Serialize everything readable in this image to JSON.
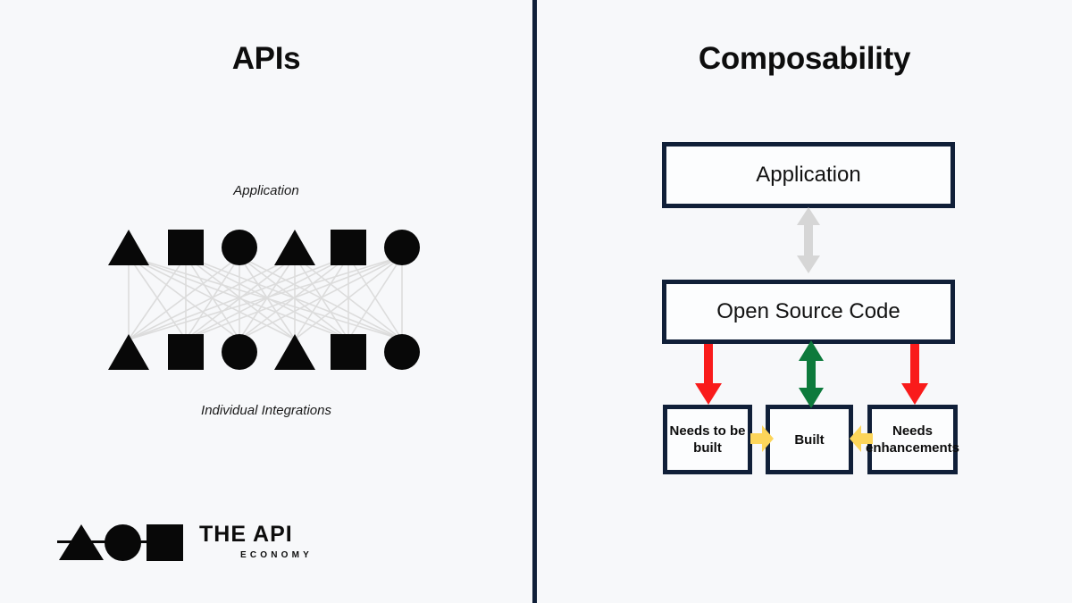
{
  "page": {
    "background_color": "#f7f8fa",
    "divider_color": "#101f38"
  },
  "left_panel": {
    "title": "APIs",
    "top_label": "Application",
    "bottom_label": "Individual Integrations",
    "shape_sequence": [
      "triangle",
      "square",
      "circle",
      "triangle",
      "square",
      "circle"
    ],
    "shape_color": "#080808",
    "mesh_line_color": "#d9d9d9",
    "logo": {
      "title": "THE API",
      "subtitle": "ECONOMY",
      "marks": [
        "triangle",
        "circle",
        "square"
      ]
    }
  },
  "right_panel": {
    "title": "Composability",
    "boxes": {
      "application": "Application",
      "open_source_code": "Open Source Code",
      "needs_to_be_built": "Needs to be built",
      "built": "Built",
      "needs_enhancements": "Needs enhancements"
    },
    "box_border_color": "#101f38",
    "box_fill_color": "#fcfdfe",
    "arrows": [
      {
        "name": "app-to-osc",
        "direction": "bidirectional-vertical",
        "color": "#d4d4d4"
      },
      {
        "name": "osc-to-needs-built",
        "direction": "down",
        "color": "#f91b1b"
      },
      {
        "name": "osc-to-built",
        "direction": "bidirectional-vertical",
        "color": "#0d7a3c"
      },
      {
        "name": "osc-to-needs-enhancements",
        "direction": "down",
        "color": "#f91b1b"
      },
      {
        "name": "needs-built-to-built",
        "direction": "right",
        "color": "#fcd55a"
      },
      {
        "name": "needs-enhancements-to-built",
        "direction": "left",
        "color": "#fcd55a"
      }
    ]
  }
}
